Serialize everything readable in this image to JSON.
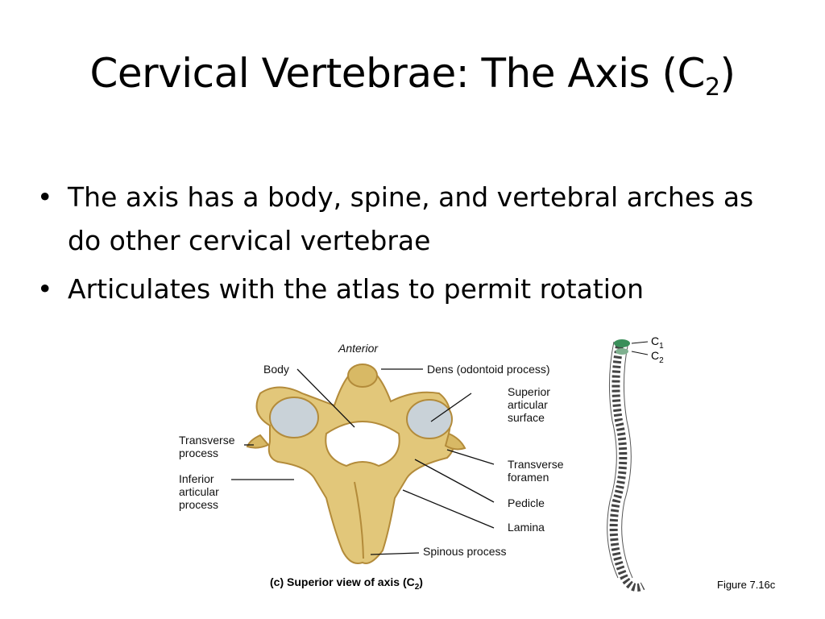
{
  "slide": {
    "title_main": "Cervical Vertebrae: The Axis (C",
    "title_sub": "2",
    "title_end": ")",
    "bullets": [
      "The axis has a body, spine, and vertebral arches as do other cervical vertebrae",
      "Articulates with the atlas to permit rotation"
    ],
    "bullet_symbol": "•"
  },
  "figure": {
    "labels": {
      "anterior": "Anterior",
      "body": "Body",
      "dens": "Dens (odontoid process)",
      "superior_articular": "Superior\narticular\nsurface",
      "transverse_process": "Transverse\nprocess",
      "transverse_foramen": "Transverse\nforamen",
      "inferior_articular": "Inferior\narticular\nprocess",
      "pedicle": "Pedicle",
      "lamina": "Lamina",
      "spinous": "Spinous process"
    },
    "caption_main": "(c)  Superior view of axis (C",
    "caption_sub": "2",
    "caption_end": ")"
  },
  "spine": {
    "c1": "C",
    "c1_sub": "1",
    "c2": "C",
    "c2_sub": "2"
  },
  "figure_ref": "Figure 7.16c",
  "colors": {
    "bone": "#e2c77a",
    "bone_dark": "#b38b3a",
    "facet": "#c9d2d8",
    "highlight": "#3a8f5a"
  }
}
